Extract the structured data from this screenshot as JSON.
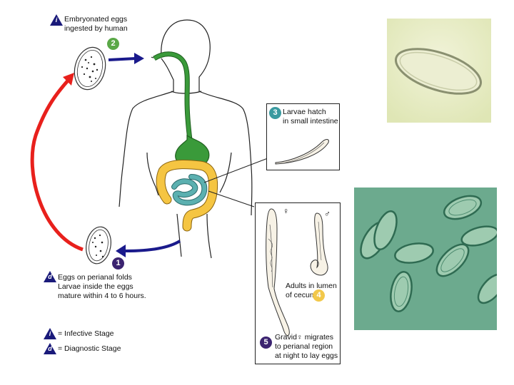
{
  "steps": {
    "s1": {
      "num": "1",
      "color": "#3b2370"
    },
    "s2": {
      "num": "2",
      "label_lines": [
        "Embryonated eggs",
        "ingested by human"
      ],
      "color": "#5aa847"
    },
    "s3": {
      "num": "3",
      "label_lines": [
        "Larvae hatch",
        "in small intestine"
      ],
      "color": "#3a9aa0"
    },
    "s4": {
      "num": "4",
      "label_lines": [
        "Adults in lumen",
        "of cecum"
      ],
      "color": "#f2c84a"
    },
    "s5": {
      "num": "5",
      "label_lines": [
        "Gravid♀ migrates",
        "to perianal region",
        "at night to lay eggs"
      ],
      "color": "#3b2370"
    }
  },
  "diagnostic_note": {
    "lines": [
      "Eggs on perianal folds",
      "Larvae inside the eggs",
      "mature within 4 to 6 hours."
    ]
  },
  "legend": {
    "infective": {
      "symbol": "i",
      "text": "= Infective Stage"
    },
    "diagnostic": {
      "symbol": "d",
      "text": "= Diagnostic Stage"
    }
  },
  "symbols": {
    "female": "♀",
    "male": "♂"
  },
  "colors": {
    "arrow_blue": "#1a1a8c",
    "arrow_red": "#e8201c",
    "gut_green": "#3a9a3a",
    "colon_yellow": "#f5c542",
    "small_intestine_teal": "#5bb0b0",
    "badge_navy": "#1a1a7a"
  },
  "icons": [
    "egg-icon",
    "larva-icon",
    "female-worm-icon",
    "male-worm-icon",
    "human-body-outline"
  ]
}
